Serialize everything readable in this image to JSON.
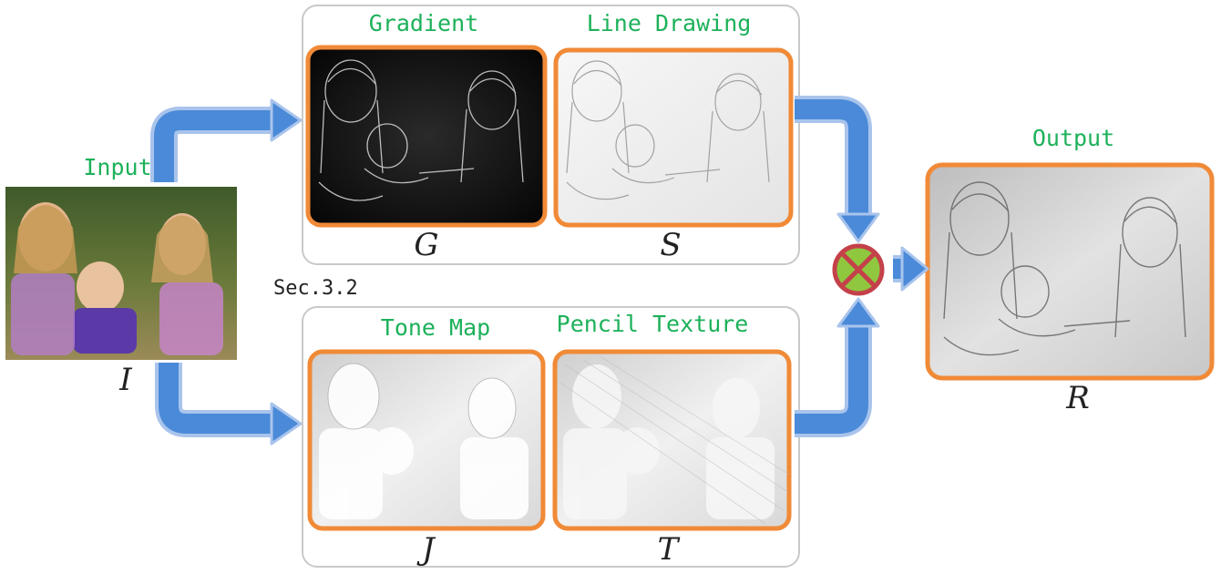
{
  "colors": {
    "accent_border": "#f08a37",
    "label_green": "#1db15a",
    "arrow_fill": "#4a8ad8",
    "arrow_outline": "#a9c4ec",
    "combine_fill": "#8fc83f",
    "combine_ring": "#c4414a",
    "panel_border": "#c9c9c9"
  },
  "input": {
    "label": "Input",
    "symbol": "I"
  },
  "top_panel": {
    "gradient": {
      "label": "Gradient",
      "symbol": "G"
    },
    "line_drawing": {
      "label": "Line Drawing",
      "symbol": "S"
    }
  },
  "section_label": "Sec.3.2",
  "bottom_panel": {
    "tone_map": {
      "label": "Tone Map",
      "symbol": "J"
    },
    "pencil_texture": {
      "label": "Pencil Texture",
      "symbol": "T"
    }
  },
  "output": {
    "label": "Output",
    "symbol": "R"
  },
  "icons": {
    "combine": "multiply-circle-icon",
    "arrow": "flow-arrow-icon"
  }
}
